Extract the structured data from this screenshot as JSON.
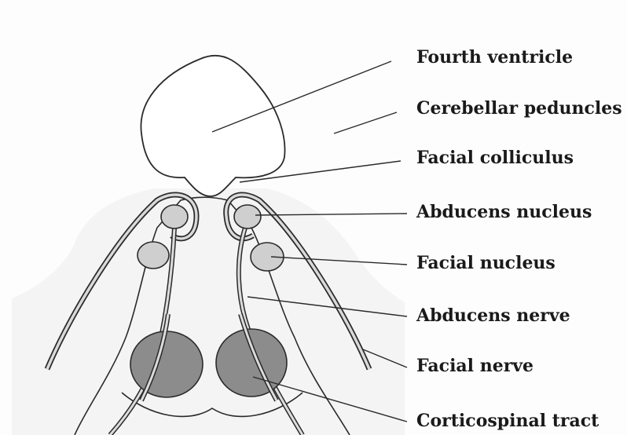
{
  "diagram": {
    "labels": [
      {
        "id": "fourth-ventricle",
        "text": "Fourth ventricle"
      },
      {
        "id": "cerebellar-peduncles",
        "text": "Cerebellar peduncles"
      },
      {
        "id": "facial-colliculus",
        "text": "Facial colliculus"
      },
      {
        "id": "abducens-nucleus",
        "text": "Abducens nucleus"
      },
      {
        "id": "facial-nucleus",
        "text": "Facial nucleus"
      },
      {
        "id": "abducens-nerve",
        "text": "Abducens nerve"
      },
      {
        "id": "facial-nerve",
        "text": "Facial nerve"
      },
      {
        "id": "corticospinal-tract",
        "text": "Corticospinal tract"
      }
    ],
    "colors": {
      "ink": "#2a2a2a",
      "nucleus_fill": "#cfcfcf",
      "tract_fill": "#8c8c8c",
      "brainstem_fill": "#f4f4f4"
    }
  }
}
